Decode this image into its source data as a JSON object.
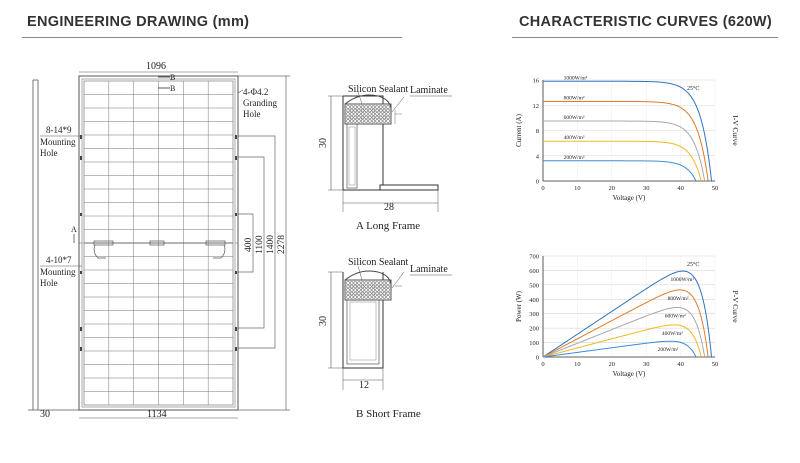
{
  "headers": {
    "left": "ENGINEERING DRAWING (mm)",
    "right": "CHARACTERISTIC CURVES (620W)"
  },
  "drawing": {
    "width_top": "1096",
    "width_bottom": "1134",
    "marker_b1": "B",
    "marker_b2": "B",
    "marker_a": "A",
    "grounding_line1": "4-Φ4.2",
    "grounding_line2": "Granding",
    "grounding_line3": "Hole",
    "mount1_line1": "8-14*9",
    "mount1_line2": "Mounting",
    "mount1_line3": "Hole",
    "mount2_line1": "4-10*7",
    "mount2_line2": "Mounting",
    "mount2_line3": "Hole",
    "dim_400": "400",
    "dim_1100": "1100",
    "dim_1400": "1400",
    "dim_2278": "2278",
    "dim_30": "30"
  },
  "frames": {
    "a": {
      "sealant": "Silicon Sealant",
      "laminate": "Laminate",
      "height": "30",
      "width": "28",
      "title": "A Long Frame"
    },
    "b": {
      "sealant": "Silicon Sealant",
      "laminate": "Laminate",
      "height": "30",
      "width": "12",
      "title": "B Short Frame"
    }
  },
  "chart_data": [
    {
      "type": "line",
      "title": "",
      "side_label": "I-V Curve",
      "xlabel": "Voltage (V)",
      "ylabel": "Current (A)",
      "xlim": [
        0,
        50
      ],
      "ylim": [
        0,
        16
      ],
      "xticks": [
        0,
        10,
        20,
        30,
        40,
        50
      ],
      "yticks": [
        0,
        4,
        8,
        12,
        16
      ],
      "temperature": "25°C",
      "series": [
        {
          "name": "1000W/m²",
          "color": "#2f74c0",
          "isc": 15.8,
          "voc": 49.0
        },
        {
          "name": "800W/m²",
          "color": "#e07a2a",
          "isc": 12.6,
          "voc": 48.0
        },
        {
          "name": "600W/m²",
          "color": "#a8a8a8",
          "isc": 9.5,
          "voc": 47.0
        },
        {
          "name": "400W/m²",
          "color": "#f0b820",
          "isc": 6.3,
          "voc": 46.0
        },
        {
          "name": "200W/m²",
          "color": "#3d8dd8",
          "isc": 3.2,
          "voc": 44.5
        }
      ]
    },
    {
      "type": "line",
      "title": "",
      "side_label": "P-V Curve",
      "xlabel": "Voltage (V)",
      "ylabel": "Power (W)",
      "xlim": [
        0,
        50
      ],
      "ylim": [
        0,
        700
      ],
      "xticks": [
        0,
        10,
        20,
        30,
        40,
        50
      ],
      "yticks": [
        0,
        100,
        200,
        300,
        400,
        500,
        600,
        700
      ],
      "temperature": "25°C",
      "series": [
        {
          "name": "1000W/m²",
          "color": "#2f74c0",
          "isc": 15.8,
          "voc": 49.0
        },
        {
          "name": "800W/m²",
          "color": "#e07a2a",
          "isc": 12.6,
          "voc": 48.0
        },
        {
          "name": "600W/m²",
          "color": "#a8a8a8",
          "isc": 9.5,
          "voc": 47.0
        },
        {
          "name": "400W/m²",
          "color": "#f0b820",
          "isc": 6.3,
          "voc": 46.0
        },
        {
          "name": "200W/m²",
          "color": "#3d8dd8",
          "isc": 3.2,
          "voc": 44.5
        }
      ]
    }
  ]
}
